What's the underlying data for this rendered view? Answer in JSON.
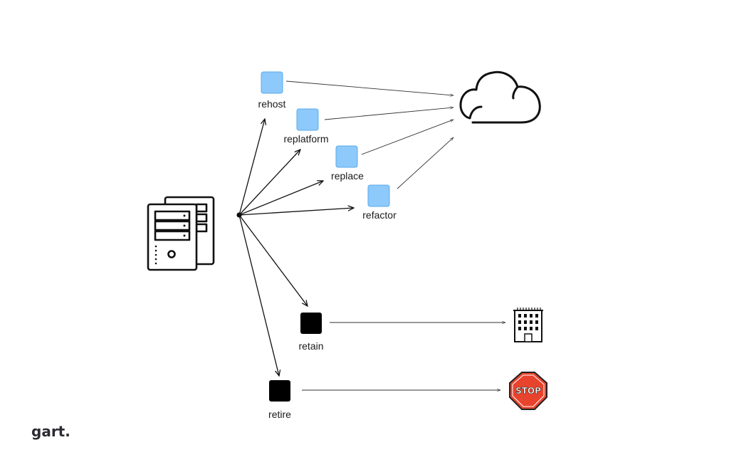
{
  "strategies": [
    {
      "id": "rehost",
      "label": "rehost",
      "color": "#8ec9fb",
      "target": "cloud"
    },
    {
      "id": "replatform",
      "label": "replatform",
      "color": "#8ec9fb",
      "target": "cloud"
    },
    {
      "id": "replace",
      "label": "replace",
      "color": "#8ec9fb",
      "target": "cloud"
    },
    {
      "id": "refactor",
      "label": "refactor",
      "color": "#8ec9fb",
      "target": "cloud"
    },
    {
      "id": "retain",
      "label": "retain",
      "color": "#000000",
      "target": "building"
    },
    {
      "id": "retire",
      "label": "retire",
      "color": "#000000",
      "target": "stop"
    }
  ],
  "icons": {
    "source": "server-icon",
    "cloud": "cloud-icon",
    "building": "office-building-icon",
    "stop": "stop-sign-icon"
  },
  "stop_sign": {
    "text": "STOP",
    "color": "#e8432c"
  },
  "logo": {
    "text": "gart."
  }
}
